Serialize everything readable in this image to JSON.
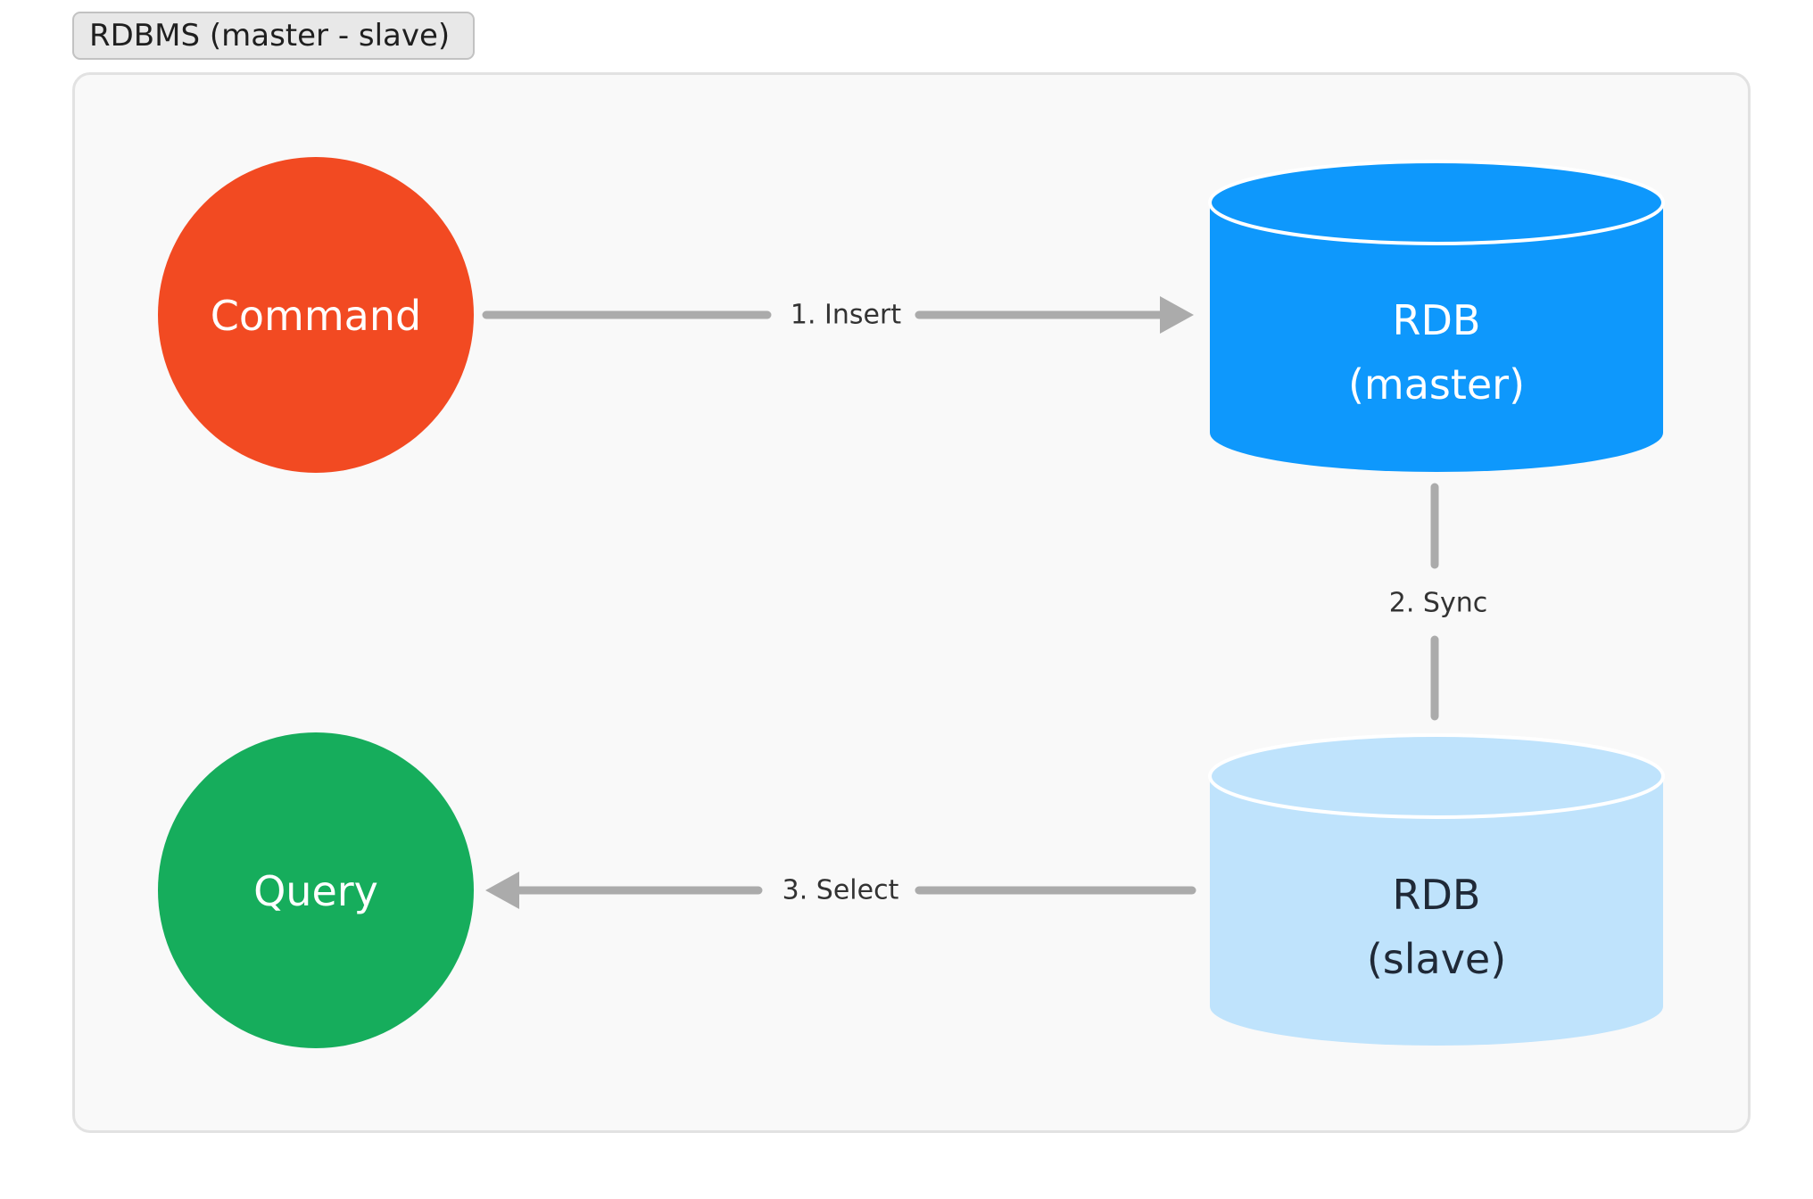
{
  "group": {
    "title": "RDBMS (master - slave)"
  },
  "nodes": {
    "command": {
      "label": "Command",
      "color": "#f24a22"
    },
    "query": {
      "label": "Query",
      "color": "#16ad5c"
    },
    "master": {
      "line1": "RDB",
      "line2": "(master)",
      "color": "#0e98fc"
    },
    "slave": {
      "line1": "RDB",
      "line2": "(slave)",
      "color": "#bfe3fc"
    }
  },
  "edges": {
    "insert": {
      "label": "1. Insert"
    },
    "sync": {
      "label": "2. Sync"
    },
    "select": {
      "label": "3. Select"
    }
  },
  "colors": {
    "edge": "#ababab",
    "canvas": "#f9f9f9"
  }
}
